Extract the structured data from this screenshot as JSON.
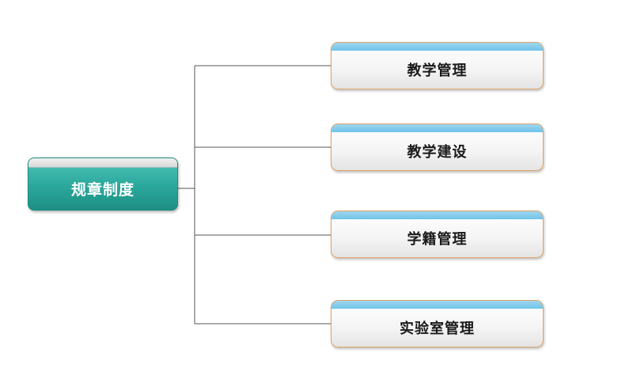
{
  "root": {
    "label": "规章制度"
  },
  "children": [
    {
      "label": "教学管理"
    },
    {
      "label": "教学建设"
    },
    {
      "label": "学籍管理"
    },
    {
      "label": "实验室管理"
    }
  ],
  "colors": {
    "root_fill": "#2aa79b",
    "child_border": "#e0a26a",
    "child_cap": "#6fc3e8",
    "connector": "#555555"
  }
}
